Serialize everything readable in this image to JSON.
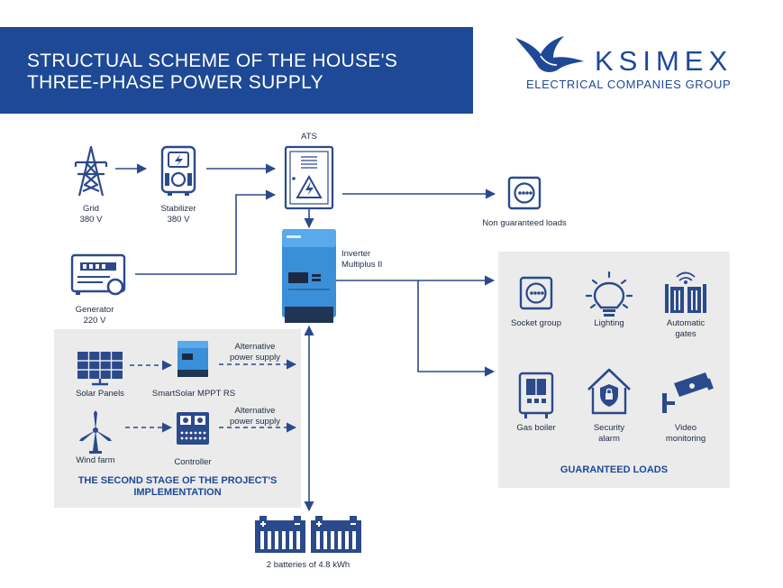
{
  "header": {
    "title_line1": "STRUCTUAL SCHEME OF THE HOUSE'S",
    "title_line2": "THREE-PHASE POWER SUPPLY"
  },
  "logo": {
    "name": "KSIMEX",
    "subtitle": "ELECTRICAL COMPANIES GROUP",
    "icon": "bird-icon"
  },
  "colors": {
    "brand_blue": "#1d4996",
    "icon_blue": "#2b4a8b",
    "panel_gray": "#ebebeb",
    "inverter_blue": "#3b8fd8"
  },
  "nodes": {
    "grid": {
      "line1": "Grid",
      "line2": "380 V",
      "icon": "power-tower-icon"
    },
    "stabilizer": {
      "line1": "Stabilizer",
      "line2": "380 V",
      "icon": "stabilizer-icon"
    },
    "ats": {
      "label": "ATS",
      "icon": "electrical-cabinet-icon"
    },
    "generator": {
      "line1": "Generator",
      "line2": "220 V",
      "icon": "generator-icon"
    },
    "inverter": {
      "line1": "Inverter",
      "line2": "Multiplus II",
      "icon": "inverter-icon"
    },
    "non_guaranteed": {
      "label": "Non guaranteed loads",
      "icon": "socket-icon"
    },
    "batteries": {
      "label": "2 batteries of 4.8 kWh",
      "icon": "battery-icon"
    }
  },
  "second_stage": {
    "heading_line1": "THE SECOND STAGE OF THE PROJECT'S",
    "heading_line2": "IMPLEMENTATION",
    "solar": {
      "label": "Solar Panels",
      "icon": "solar-panel-icon"
    },
    "mppt": {
      "label": "SmartSolar MPPT RS",
      "icon": "mppt-controller-icon"
    },
    "wind": {
      "label": "Wind farm",
      "icon": "wind-turbine-icon"
    },
    "controller": {
      "label": "Controller",
      "icon": "controller-icon"
    },
    "alt1": {
      "line1": "Alternative",
      "line2": "power supply"
    },
    "alt2": {
      "line1": "Alternative",
      "line2": "power supply"
    }
  },
  "guaranteed": {
    "heading": "GUARANTEED LOADS",
    "items": [
      {
        "line1": "Socket group",
        "line2": "",
        "icon": "socket-icon"
      },
      {
        "line1": "Lighting",
        "line2": "",
        "icon": "lightbulb-icon"
      },
      {
        "line1": "Automatic",
        "line2": "gates",
        "icon": "gate-icon"
      },
      {
        "line1": "Gas boiler",
        "line2": "",
        "icon": "boiler-icon"
      },
      {
        "line1": "Security",
        "line2": "alarm",
        "icon": "security-house-icon"
      },
      {
        "line1": "Video",
        "line2": "monitoring",
        "icon": "cctv-camera-icon"
      }
    ]
  }
}
